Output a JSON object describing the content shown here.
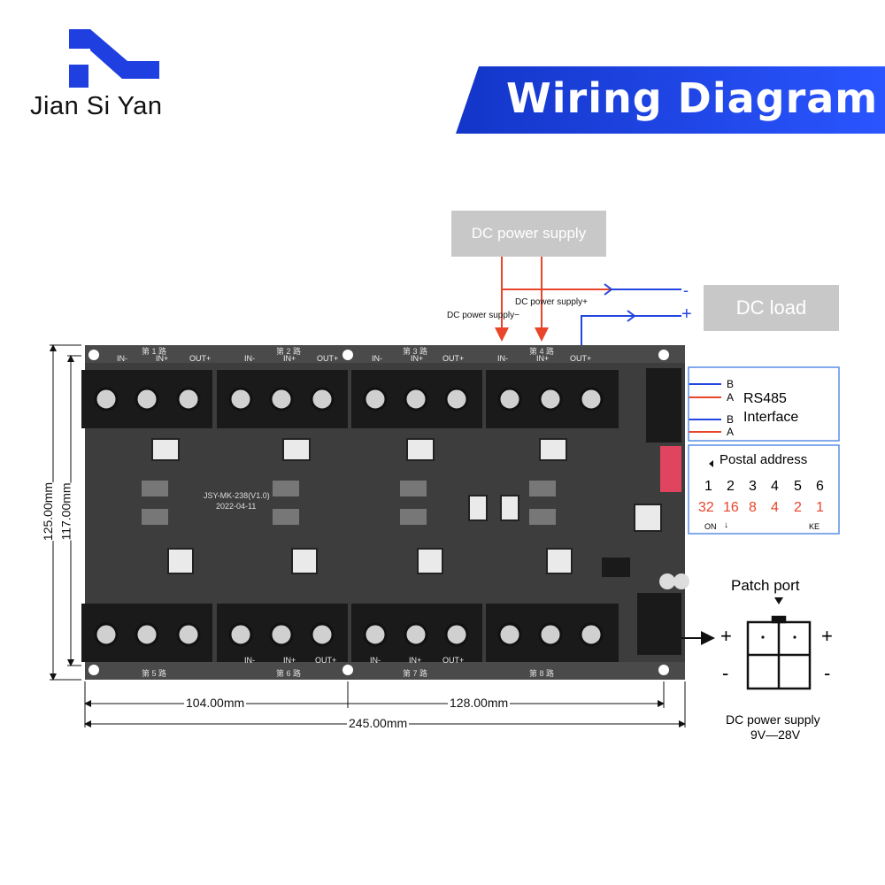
{
  "brand": {
    "name": "Jian Si Yan"
  },
  "banner": {
    "title": "Wiring Diagram"
  },
  "power_supply": {
    "label": "DC power supply",
    "minus_label": "DC power supply−",
    "plus_label": "DC power supply+"
  },
  "load": {
    "label": "DC load",
    "minus": "-",
    "plus": "+"
  },
  "rs485": {
    "b1": "B",
    "a1": "A",
    "b2": "B",
    "a2": "A",
    "title": "RS485",
    "subtitle": "Interface"
  },
  "postal": {
    "title": "Postal address",
    "positions": [
      "1",
      "2",
      "3",
      "4",
      "5",
      "6"
    ],
    "weights": [
      "32",
      "16",
      "8",
      "4",
      "2",
      "1"
    ],
    "on_label": "ON",
    "arrow": "↓",
    "ke_label": "KE"
  },
  "patch_port": {
    "title": "Patch port",
    "plus_left": "+",
    "plus_right": "+",
    "minus_left": "-",
    "minus_right": "-",
    "caption": "DC power supply",
    "voltage": "9V—28V"
  },
  "board": {
    "model": "JSY-MK-238(V1.0)",
    "date": "2022-04-11",
    "terminal_labels": [
      "IN-",
      "IN+",
      "OUT+"
    ],
    "channels_top": [
      "第 1 路",
      "第 2 路",
      "第 3 路",
      "第 4 路"
    ],
    "channels_bottom": [
      "第 5 路",
      "第 6 路",
      "第 7 路",
      "第 8 路"
    ]
  },
  "dimensions": {
    "width_left": "104.00mm",
    "width_right": "128.00mm",
    "width_total": "245.00mm",
    "height_outer": "125.00mm",
    "height_inner": "117.00mm"
  },
  "colors": {
    "brand_blue": "#1f3fe0",
    "banner_blue": "#1b3fd8",
    "wire_red": "#e8452a",
    "wire_blue": "#2446e0",
    "board": "#3c3c3c",
    "terminal": "#1a1a1a"
  }
}
